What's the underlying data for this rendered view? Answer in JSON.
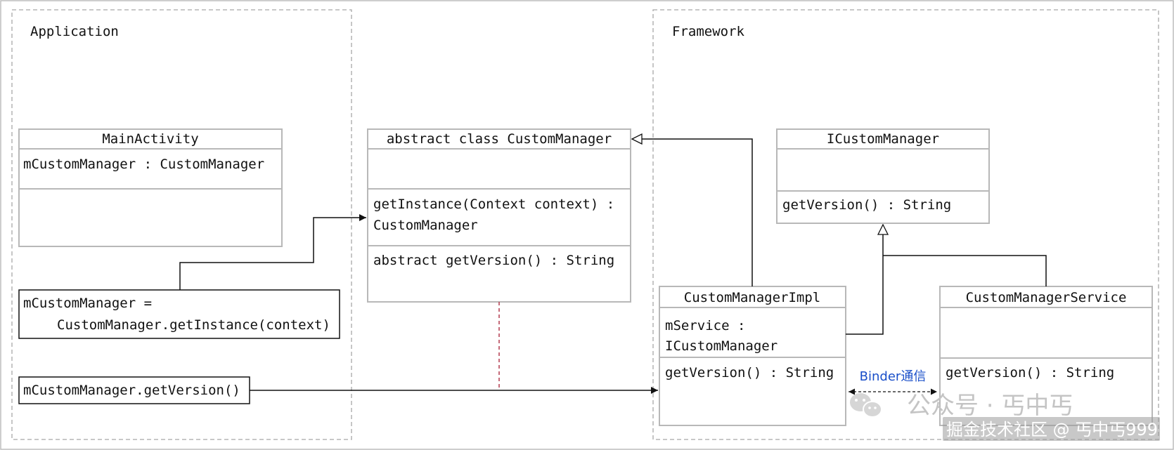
{
  "regions": {
    "application": "Application",
    "framework": "Framework"
  },
  "classes": {
    "main_activity": {
      "name": "MainActivity",
      "attribute": "mCustomManager : CustomManager"
    },
    "custom_manager": {
      "name": "abstract class CustomManager",
      "method1_line1": "getInstance(Context context) :",
      "method1_line2": "CustomManager",
      "method2": "abstract getVersion() : String"
    },
    "icustom_manager": {
      "name": "ICustomManager",
      "method": "getVersion() : String"
    },
    "custom_manager_impl": {
      "name": "CustomManagerImpl",
      "attr_line1": "mService :",
      "attr_line2": "ICustomManager",
      "method": "getVersion() : String"
    },
    "custom_manager_service": {
      "name": "CustomManagerService",
      "method": "getVersion() : String"
    }
  },
  "code": {
    "get_instance_line1": "mCustomManager =",
    "get_instance_line2": "CustomManager.getInstance(context)",
    "get_version_call": "mCustomManager.getVersion()"
  },
  "binder_label": "Binder通信",
  "watermark": {
    "line1": "公众号 · 丐中丐",
    "line2": "掘金技术社区 @ 丐中丐999"
  },
  "colors": {
    "box_border": "#b8b8b8",
    "region_border": "#a8a8a8",
    "dashed_red": "#b33a4e",
    "binder_blue": "#1a4fc9"
  }
}
